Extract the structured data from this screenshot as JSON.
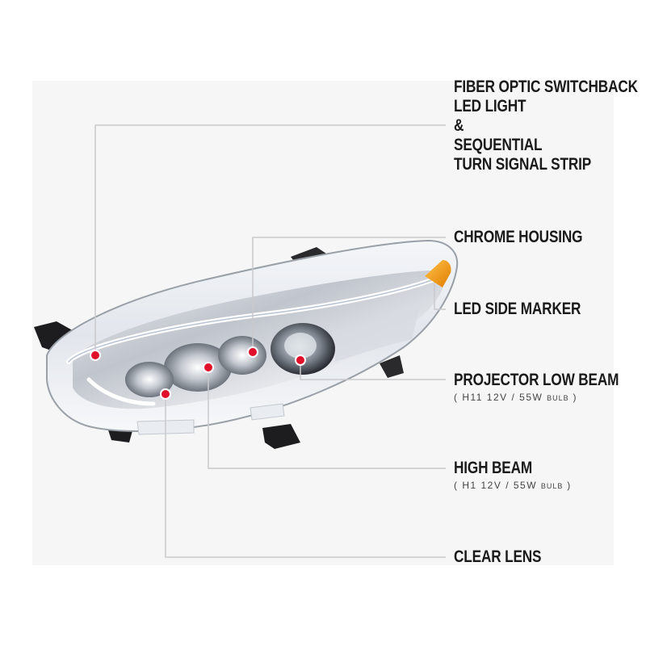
{
  "callouts": {
    "fiber_optic": {
      "lines": [
        "FIBER OPTIC SWITCHBACK",
        "LED LIGHT",
        "&",
        "SEQUENTIAL",
        "TURN SIGNAL STRIP"
      ]
    },
    "chrome_housing": {
      "lines": [
        "CHROME HOUSING"
      ]
    },
    "led_side_marker": {
      "lines": [
        "LED SIDE MARKER"
      ]
    },
    "projector_low_beam": {
      "lines": [
        "PROJECTOR LOW BEAM"
      ],
      "spec": "( H11  12V / 55W ",
      "spec_unit": "BULB",
      "spec_close": " )"
    },
    "high_beam": {
      "lines": [
        "HIGH BEAM"
      ],
      "spec": "( H1  12V / 55W ",
      "spec_unit": "BULB",
      "spec_close": " )"
    },
    "clear_lens": {
      "lines": [
        "CLEAR LENS"
      ]
    }
  },
  "colors": {
    "leader_line": "#c9c9cc",
    "marker_dot": "#e0102a",
    "amber_marker": "#f29a12",
    "chrome": "#c7ccd3",
    "housing_dark": "#1d1d1f"
  }
}
